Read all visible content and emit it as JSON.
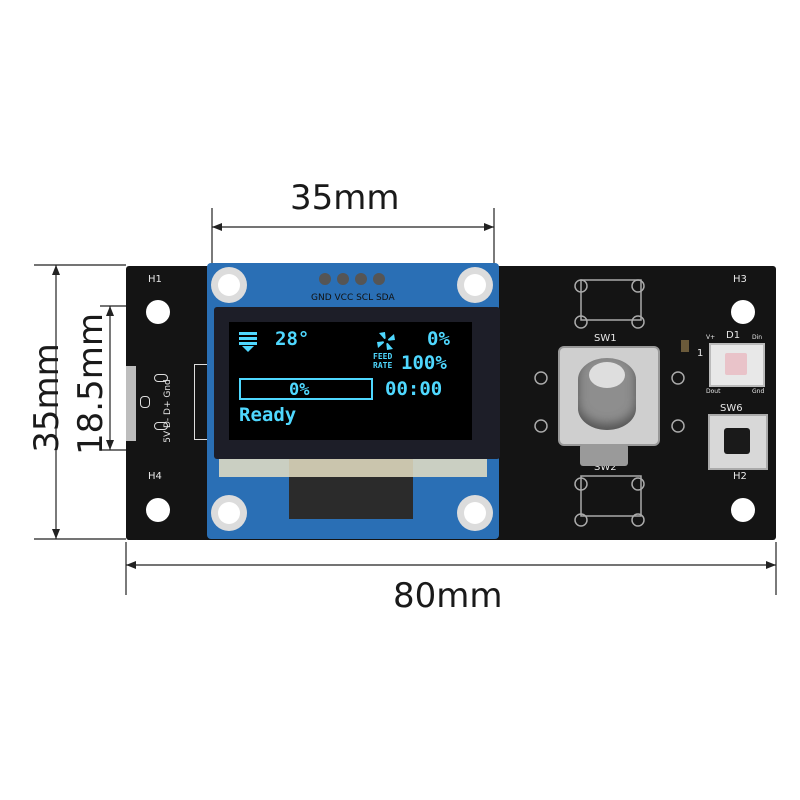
{
  "dimensions": {
    "display_width": "35mm",
    "screen_height": "18.5mm",
    "board_height": "35mm",
    "board_width": "80mm"
  },
  "board": {
    "holes": {
      "h1": "H1",
      "h2": "H2",
      "h3": "H3",
      "h4": "H4"
    },
    "usb_pins": "5V  D-  D+  Gnd",
    "oled_pins": "GND VCC SCL SDA",
    "encoder_label": "SW1",
    "encoder_label_2": "SW2",
    "led_label": "D1",
    "led_pin_1": "1",
    "led_pin_vplus": "V+",
    "led_pin_din": "Din",
    "led_pin_dout": "Dout",
    "led_pin_gnd": "Gnd",
    "button_label": "SW6"
  },
  "oled_screen": {
    "temperature": "28°",
    "fan_speed": "0%",
    "feed_rate_label_1": "FEED",
    "feed_rate_label_2": "RATE",
    "feed_rate": "100%",
    "progress": 0,
    "progress_text": "0%",
    "elapsed_time": "00:00",
    "status": "Ready"
  },
  "colors": {
    "oled_text": "#4fd8ff",
    "pcb": "#141414",
    "oled_pcb": "#2a6fb5"
  }
}
